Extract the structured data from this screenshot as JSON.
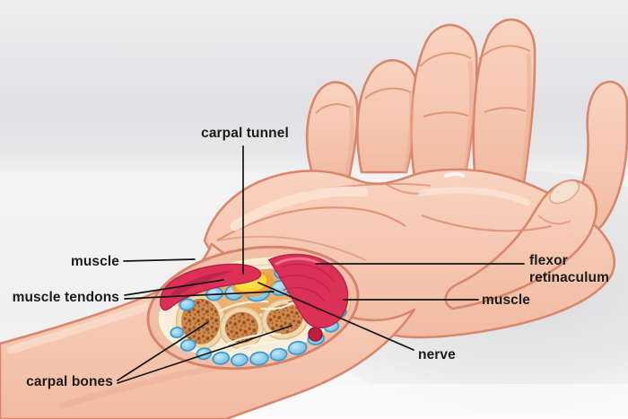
{
  "figure": {
    "kind": "anatomy-diagram",
    "subject": "carpal tunnel cross-section of wrist and hand"
  },
  "labels": {
    "carpal_tunnel": "carpal tunnel",
    "muscle_left": "muscle",
    "muscle_tendons": "muscle tendons",
    "carpal_bones": "carpal bones",
    "flexor_retinaculum": "flexor retinaculum",
    "muscle_right": "muscle",
    "nerve": "nerve"
  },
  "colors": {
    "skin": "#f5c6b0",
    "skin_outline": "#d8876c",
    "muscle_red": "#dc3056",
    "muscle_red_dark": "#b5244a",
    "tendon_blue": "#8ccbe9",
    "tendon_outline": "#3f9cd1",
    "nerve_yellow": "#ffd41f",
    "nerve_glow_orange": "#ee9f3c",
    "bone_brown": "#cd8b52",
    "bone_speckle": "#a2551e",
    "bone_ring_cream": "#efd7ae",
    "section_cream": "#f7ecd7",
    "tunnel_tan": "#e59549",
    "artery_red": "#c0203f",
    "label_text": "#1b1b1b",
    "leader_line": "#141414",
    "background_gray": "#e1e0e3"
  }
}
